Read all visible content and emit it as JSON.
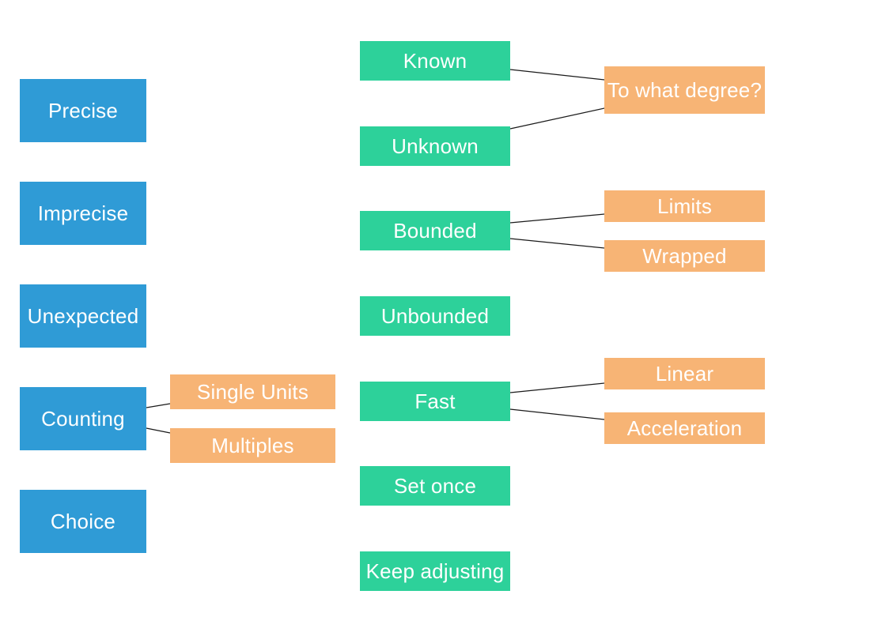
{
  "colors": {
    "category": "#2f9bd6",
    "property": "#2dd19a",
    "detail": "#f7b475",
    "connector": "#1a1a1a"
  },
  "categories": [
    "Precise",
    "Imprecise",
    "Unexpected",
    "Counting",
    "Choice"
  ],
  "counting_details": [
    "Single Units",
    "Multiples"
  ],
  "properties": [
    "Known",
    "Unknown",
    "Bounded",
    "Unbounded",
    "Fast",
    "Set once",
    "Keep adjusting"
  ],
  "details": {
    "degree": "To what degree?",
    "limits": "Limits",
    "wrapped": "Wrapped",
    "linear": "Linear",
    "acceleration": "Acceleration"
  },
  "links": [
    [
      "Counting",
      "Single Units"
    ],
    [
      "Counting",
      "Multiples"
    ],
    [
      "Known",
      "To what degree?"
    ],
    [
      "Unknown",
      "To what degree?"
    ],
    [
      "Bounded",
      "Limits"
    ],
    [
      "Bounded",
      "Wrapped"
    ],
    [
      "Fast",
      "Linear"
    ],
    [
      "Fast",
      "Acceleration"
    ]
  ]
}
